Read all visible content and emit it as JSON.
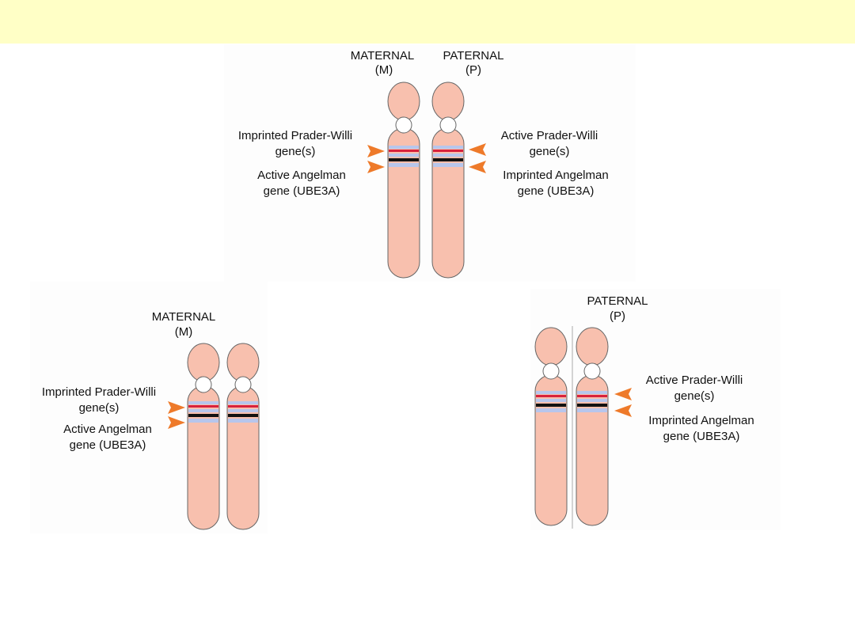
{
  "colors": {
    "header_background": "#ffffc6",
    "chromosome_fill": "#f8c0ae",
    "chromosome_stroke": "#666666",
    "prader_willi_band": "#d8213c",
    "angelman_band": "#111111",
    "light_band": "#b7c6ec",
    "arrow": "#ee7a2a"
  },
  "top_panel": {
    "maternal_label": "MATERNAL",
    "maternal_abbrev": "(M)",
    "paternal_label": "PATERNAL",
    "paternal_abbrev": "(P)",
    "left_pw_line1": "Imprinted Prader-Willi",
    "left_pw_line2": "gene(s)",
    "left_as_line1": "Active Angelman",
    "left_as_line2": "gene (UBE3A)",
    "right_pw_line1": "Active Prader-Willi",
    "right_pw_line2": "gene(s)",
    "right_as_line1": "Imprinted Angelman",
    "right_as_line2": "gene (UBE3A)"
  },
  "left_panel": {
    "maternal_label": "MATERNAL",
    "maternal_abbrev": "(M)",
    "pw_line1": "Imprinted Prader-Willi",
    "pw_line2": "gene(s)",
    "as_line1": "Active Angelman",
    "as_line2": "gene (UBE3A)"
  },
  "right_panel": {
    "paternal_label": "PATERNAL",
    "paternal_abbrev": "(P)",
    "pw_line1": "Active Prader-Willi",
    "pw_line2": "gene(s)",
    "as_line1": "Imprinted Angelman",
    "as_line2": "gene (UBE3A)"
  }
}
